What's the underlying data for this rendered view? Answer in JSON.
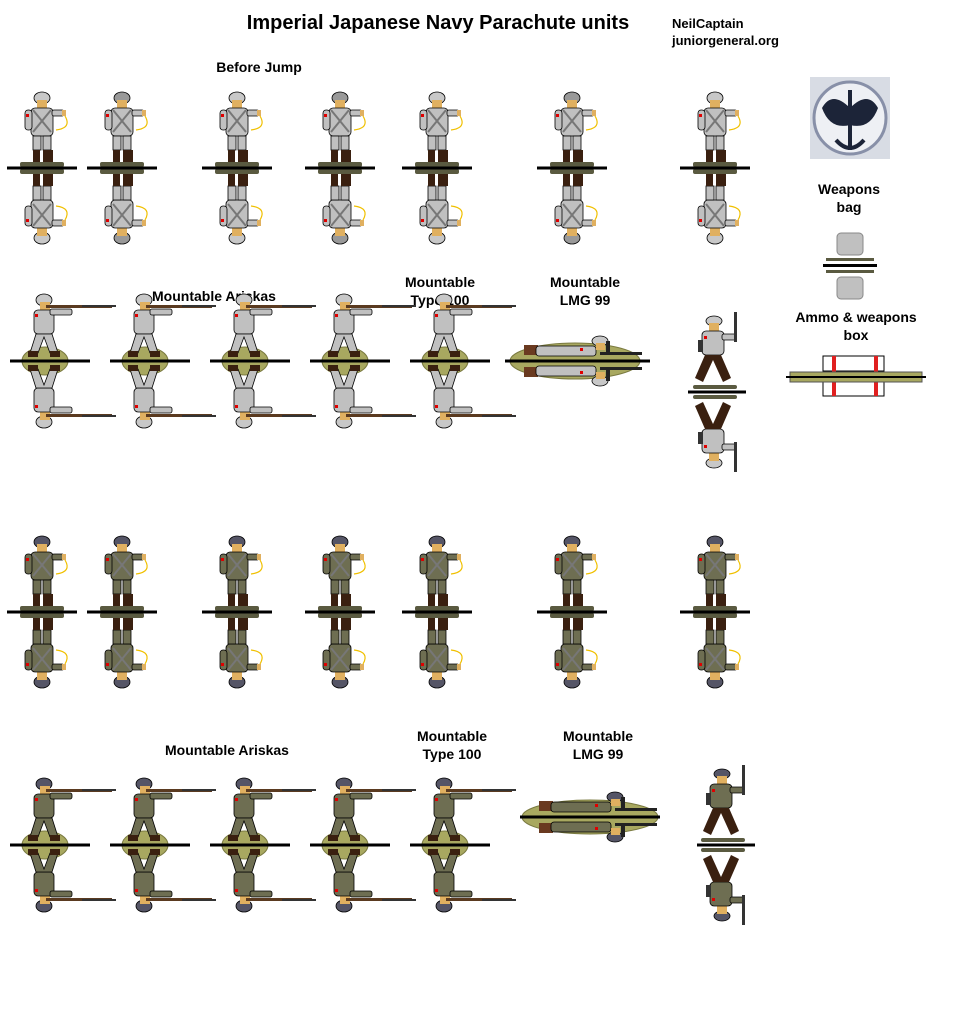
{
  "title": "Imperial Japanese Navy Parachute units",
  "credits": {
    "author": "NeilCaptain",
    "site": "juniorgeneral.org"
  },
  "labels": {
    "before_jump": "Before Jump",
    "ariskas_top": "Mountable Ariskas",
    "type100_top": [
      "Mountable",
      "Type  100"
    ],
    "lmg99_top": [
      "Mountable",
      "LMG 99"
    ],
    "weapons_bag": [
      "Weapons",
      "bag"
    ],
    "ammo_box": [
      "Ammo & weapons",
      "box"
    ],
    "ariskas_bottom": "Mountable Ariskas",
    "type100_bottom": [
      "Mountable",
      "Type  100"
    ],
    "lmg99_bottom": [
      "Mountable",
      "LMG 99"
    ]
  },
  "colors": {
    "grey_uniform": "#c0c0c0",
    "olive_uniform": "#6e6e52",
    "skin": "#e0b060",
    "boots": "#3a2010",
    "base": "#5a5a40",
    "grass": "#a8a860",
    "static_line": "#f0c000",
    "red_mark": "#e00000"
  },
  "icons": {
    "insignia": "navy-paratrooper-insignia-icon"
  }
}
